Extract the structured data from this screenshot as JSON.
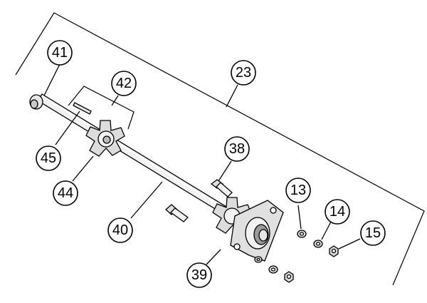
{
  "colors": {
    "line": "#000000",
    "part_light": "#f2f2f2",
    "part_mid": "#d4d4d4",
    "part_dark": "#8a8a8a",
    "background": "#ffffff"
  },
  "callouts": [
    {
      "id": "41",
      "label": "41"
    },
    {
      "id": "42",
      "label": "42"
    },
    {
      "id": "23",
      "label": "23"
    },
    {
      "id": "45",
      "label": "45"
    },
    {
      "id": "44",
      "label": "44"
    },
    {
      "id": "38",
      "label": "38"
    },
    {
      "id": "13",
      "label": "13"
    },
    {
      "id": "14",
      "label": "14"
    },
    {
      "id": "15",
      "label": "15"
    },
    {
      "id": "40",
      "label": "40"
    },
    {
      "id": "39",
      "label": "39"
    }
  ]
}
